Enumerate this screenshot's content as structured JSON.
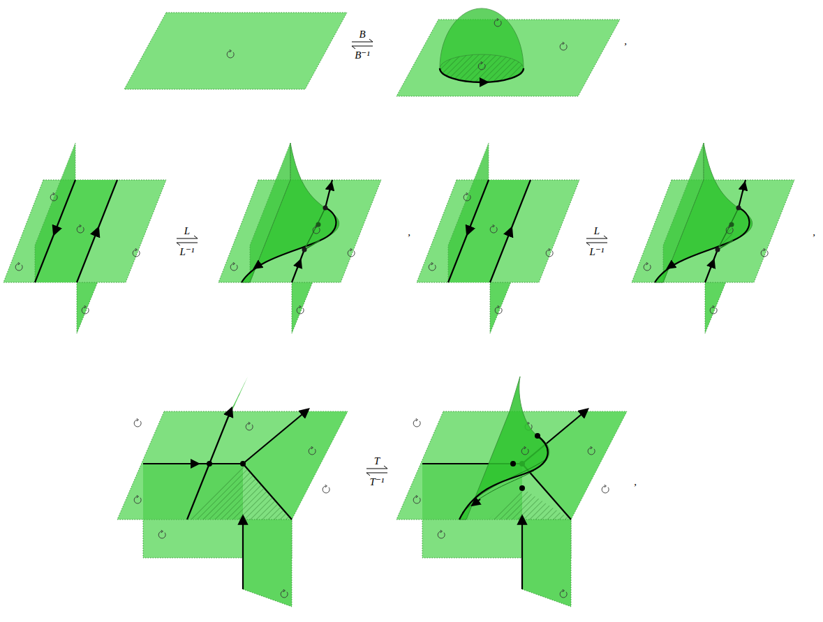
{
  "diagram": {
    "labels": [
      "B",
      "B⁻¹",
      ",",
      "L",
      "L⁻¹",
      ",",
      "L",
      "L⁻¹",
      ",",
      "T",
      "T⁻¹",
      ","
    ]
  }
}
